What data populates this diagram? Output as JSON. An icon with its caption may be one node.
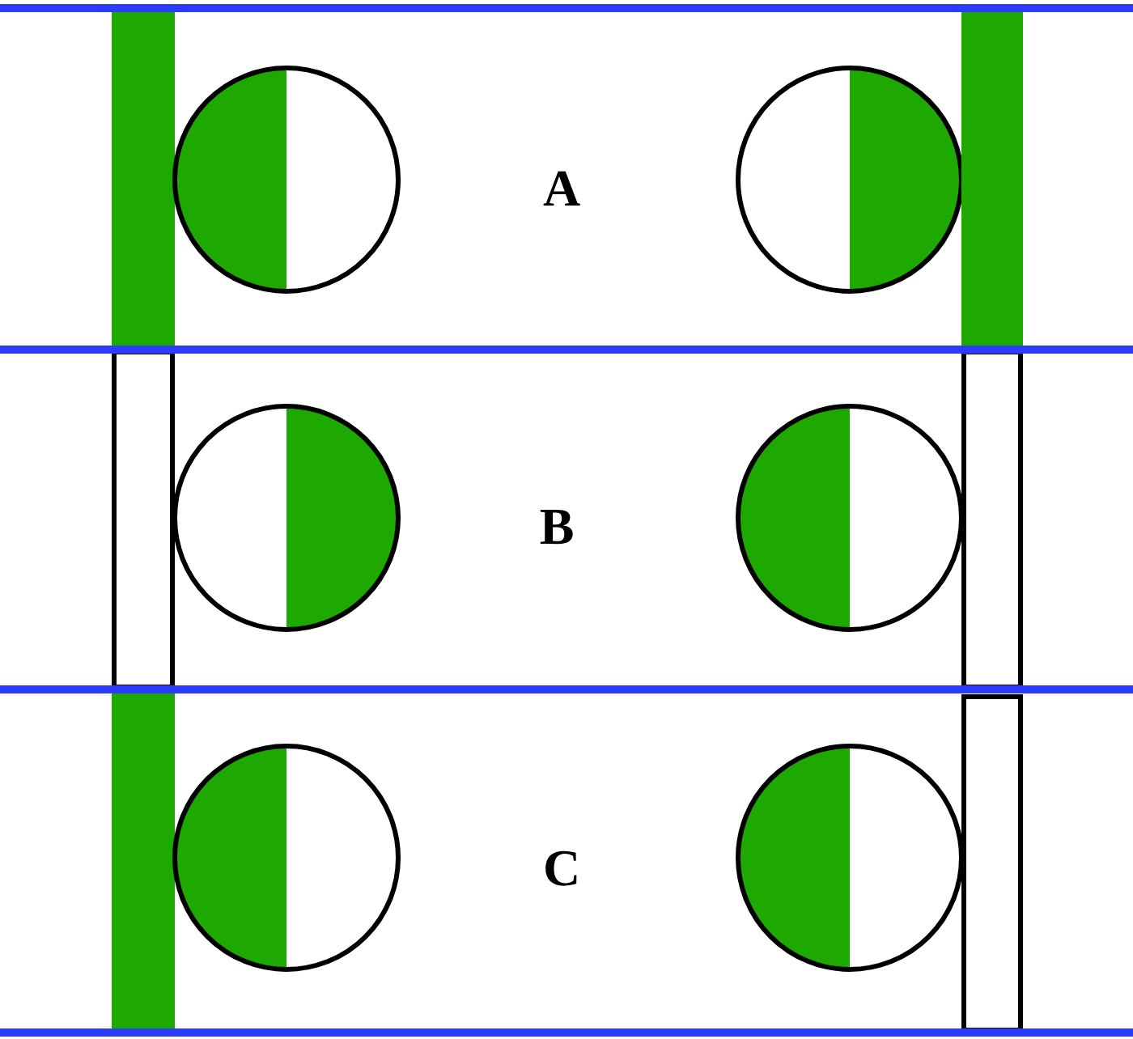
{
  "diagram": {
    "nodes": [
      {
        "text": [],
        "shape": "bar"
      },
      {
        "text": [],
        "shape": "circle"
      },
      {
        "text": [],
        "shape": "circle"
      },
      {
        "text": [],
        "shape": "bar"
      },
      {
        "text": [],
        "shape": "bar"
      },
      {
        "text": [],
        "shape": "circle"
      },
      {
        "text": [],
        "shape": "circle"
      },
      {
        "text": [],
        "shape": "bar"
      },
      {
        "text": [],
        "shape": "bar"
      },
      {
        "text": [],
        "shape": "circle"
      },
      {
        "text": [],
        "shape": "circle"
      },
      {
        "text": [],
        "shape": "bar"
      }
    ],
    "labels": [
      "A",
      "B",
      "C"
    ]
  }
}
